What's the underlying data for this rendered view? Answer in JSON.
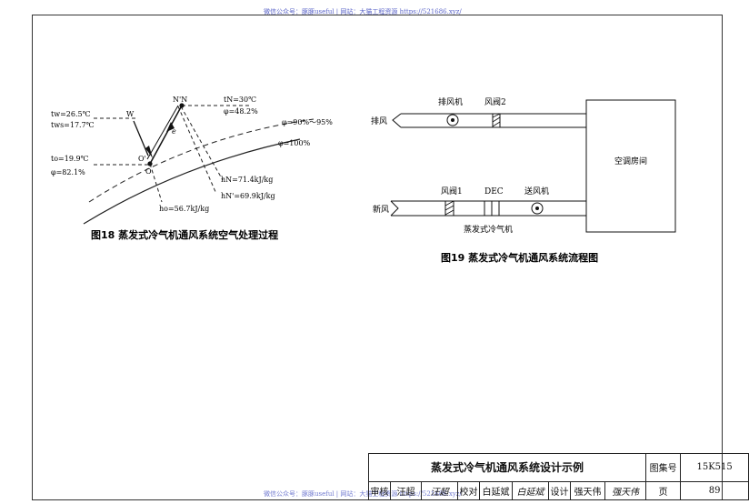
{
  "watermark": {
    "top": "微信公众号：豚豚useful  |  网站：大猫工程资源 https://521686.xyz/",
    "bottom": "微信公众号：豚豚useful  |  网站：大猫工程资源 https://521686.xyz/"
  },
  "fig18": {
    "caption": "图18  蒸发式冷气机通风系统空气处理过程",
    "labels": {
      "tW": "tw=26.5℃",
      "tWs": "tws=17.7℃",
      "tO": "to=19.9℃",
      "phiO": "φ=82.1%",
      "W": "W",
      "N": "N'N",
      "O": "O",
      "Oprime": "O'",
      "e": "e",
      "tN": "tN=30℃",
      "phiN": "φ=48.2%",
      "phiRange": "φ=90%～95%",
      "phi100": "φ=100%",
      "hN": "hN=71.4kJ/kg",
      "hNprime": "hN'=69.9kJ/kg",
      "hO": "ho=56.7kJ/kg"
    }
  },
  "fig19": {
    "caption": "图19  蒸发式冷气机通风系统流程图",
    "labels": {
      "exhaust_fan": "排风机",
      "damper2": "风阀2",
      "exhaust_air": "排风",
      "room": "空调房间",
      "damper1": "风阀1",
      "dec": "DEC",
      "supply_fan": "送风机",
      "fresh_air": "新风",
      "evap_cooler": "蒸发式冷气机"
    }
  },
  "title_block": {
    "title": "蒸发式冷气机通风系统设计示例",
    "atlas_label": "图集号",
    "atlas_no": "15K515",
    "review_label": "审核",
    "review_name": "汪超",
    "review_sig": "汪超",
    "check_label": "校对",
    "check_name": "白延斌",
    "check_sig": "白延斌",
    "design_label": "设计",
    "design_name": "强天伟",
    "design_sig": "强天伟",
    "page_label": "页",
    "page_no": "89"
  }
}
